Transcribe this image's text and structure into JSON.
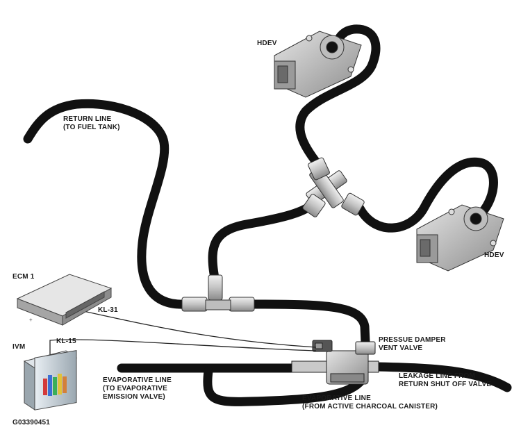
{
  "labels": {
    "hdev_top": "HDEV",
    "hdev_right": "HDEV",
    "return_line": [
      "RETURN LINE",
      "(TO FUEL TANK)"
    ],
    "ecm": "ECM 1",
    "kl31": "KL-31",
    "ivm": "IVM",
    "kl15": "KL-15",
    "pressure_damper": [
      "PRESSUE DAMPER",
      "VENT VALVE"
    ],
    "evap_line_left": [
      "EVAPORATIVE LINE",
      "(TO EVAPORATIVE",
      "EMISSION VALVE)"
    ],
    "leakage_line": [
      "LEAKAGE LINE FROM",
      "RETURN SHUT OFF VALVE"
    ],
    "evap_line_bottom": [
      "EVAPORATIVE LINE",
      "(FROM ACTIVE CHARCOAL CANISTER)"
    ],
    "figure_id": "G03390451"
  },
  "colors": {
    "hose": "#111111",
    "fitting": "#c9c9c9",
    "component": "#b8b8b8",
    "text": "#1a1a1a"
  },
  "icons": {
    "ecm": "control-module-icon",
    "ivm": "integrated-supply-module-icon",
    "hdev": "injector-valve-icon"
  }
}
